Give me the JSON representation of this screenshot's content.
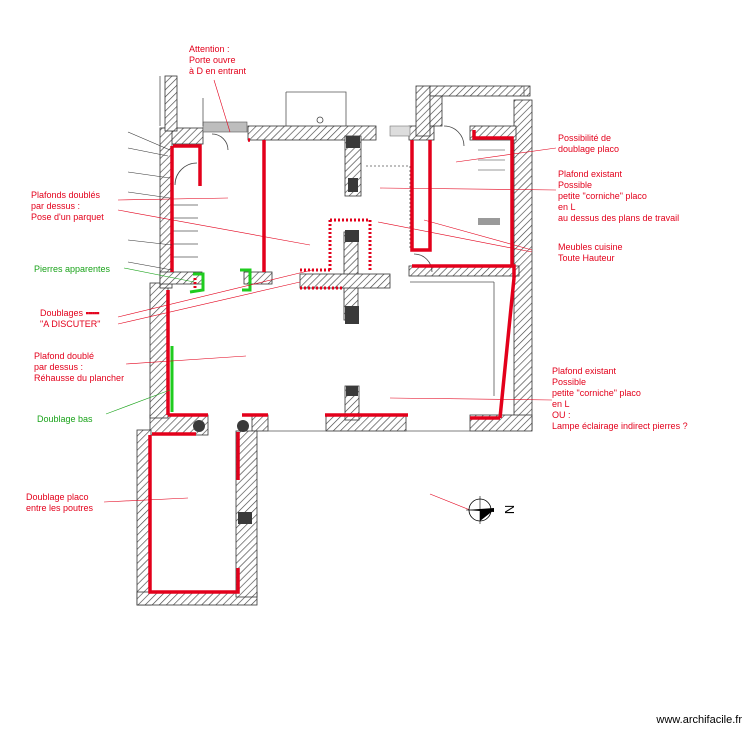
{
  "colors": {
    "red_doubling": "#e3001b",
    "green_stone": "#1fcc1f",
    "wall_hatch": "#333333",
    "pillar_dark": "#3a3a3a",
    "grey_block": "#9a9a9a"
  },
  "annotations": {
    "attention": "Attention :\nPorte ouvre\nà D en entrant",
    "possibilite": "Possibilité de\ndoublage placo",
    "plafond_existant_1": "Plafond existant\nPossible\npetite \"corniche\" placo\nen L\nau dessus des plans de travail",
    "plafonds_doubles": "Plafonds doublés\npar dessus :\nPose d'un parquet",
    "meubles": "Meubles cuisine\nToute Hauteur",
    "pierres": "Pierres apparentes",
    "doublages": "Doublages",
    "a_discuter": "\"A DISCUTER\"",
    "plafond_double": "Plafond doublé\npar dessus :\nRéhausse du plancher",
    "plafond_existant_2": "Plafond existant\nPossible\npetite \"corniche\" placo\nen L\nOU :\nLampe éclairage indirect pierres ?",
    "doublage_bas": "Doublage bas",
    "doublage_placo": "Doublage placo\nentre les poutres"
  },
  "compass": {
    "label": "N",
    "icon": "compass-rose-icon"
  },
  "watermark": "www.archifacile.fr"
}
